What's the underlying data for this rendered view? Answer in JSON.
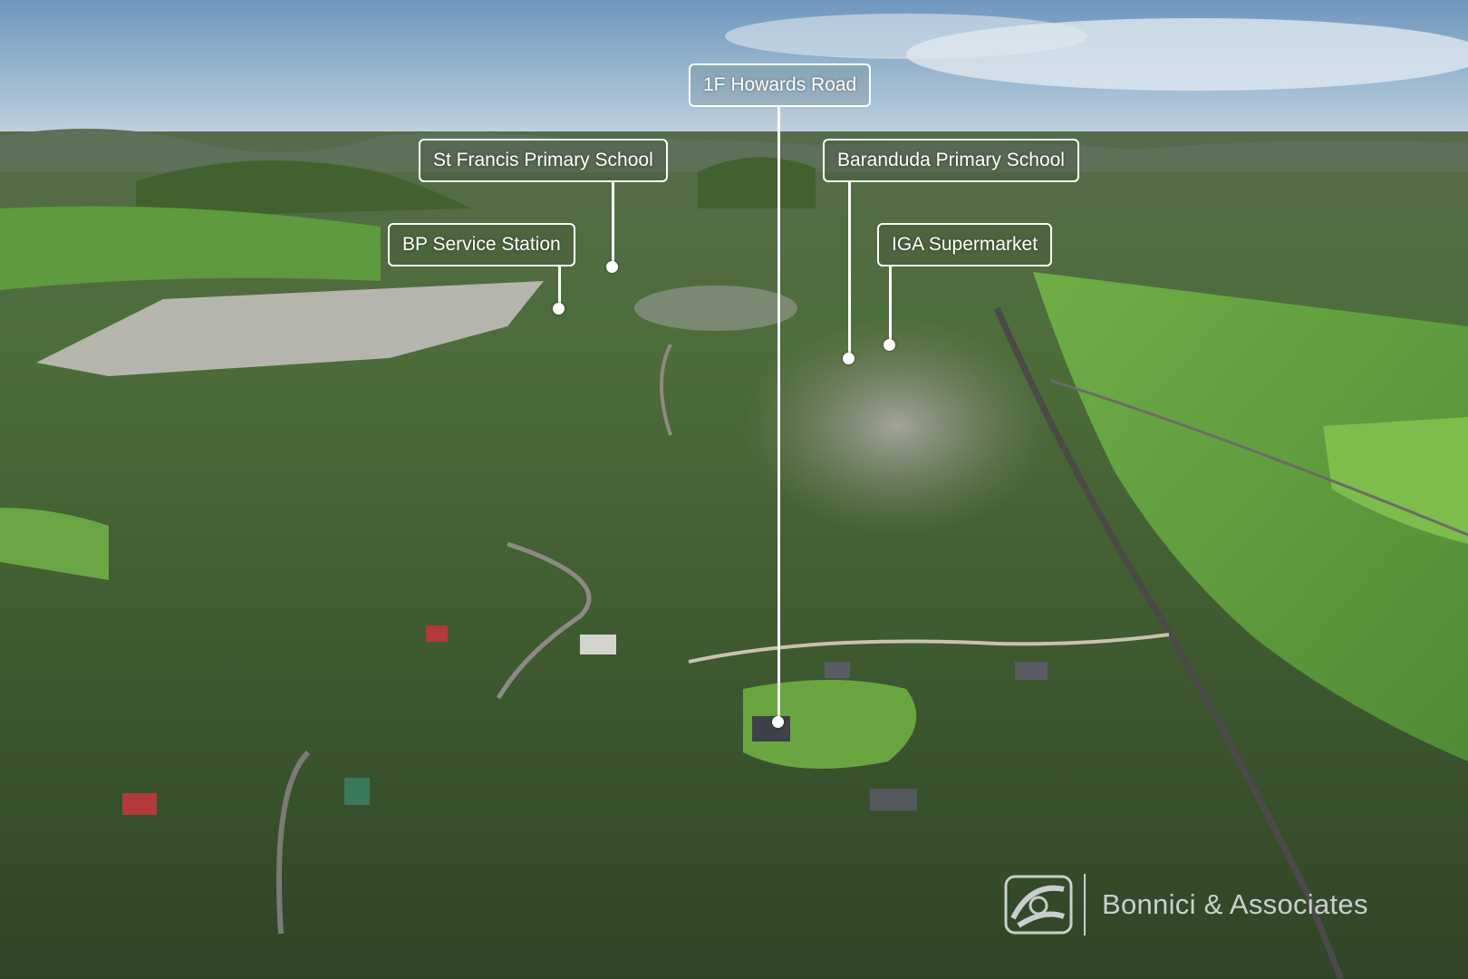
{
  "labels": {
    "subject_property": "1F Howards Road",
    "st_francis": "St Francis Primary School",
    "baranduda": "Baranduda Primary School",
    "bp_station": "BP Service Station",
    "iga": "IGA Supermarket"
  },
  "watermark": {
    "name": "Bonnici & Associates",
    "logo_icon": "bonnici-logo-icon"
  },
  "colors": {
    "label_border": "#ffffff",
    "label_text": "#ffffff",
    "sky": "#a8c3d8",
    "paddock": "#5f9a3a",
    "bush": "#32492a"
  }
}
